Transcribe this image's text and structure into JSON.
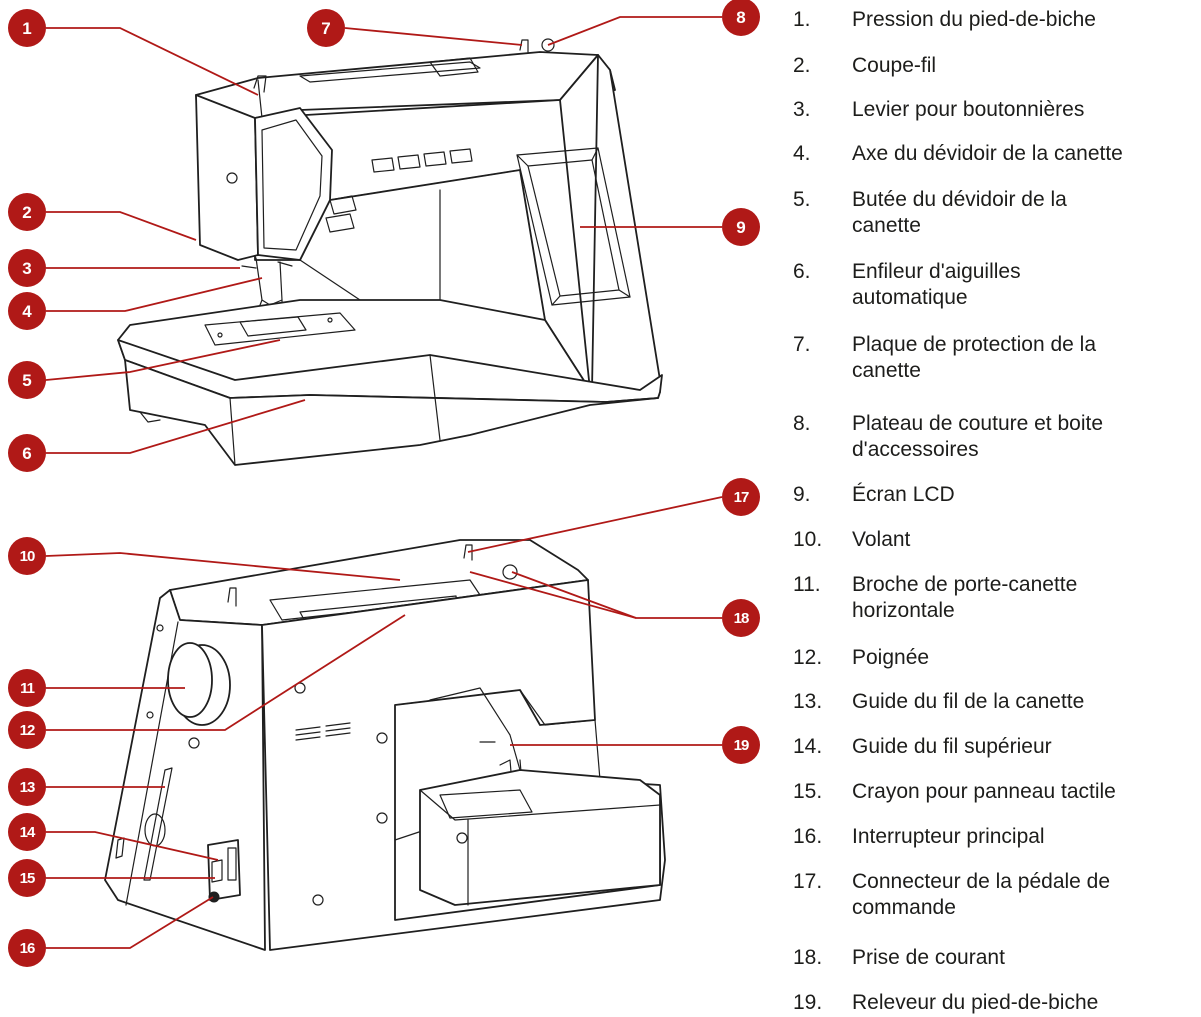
{
  "badge_color": "#b01917",
  "callouts": [
    "1",
    "2",
    "3",
    "4",
    "5",
    "6",
    "7",
    "8",
    "9",
    "10",
    "11",
    "12",
    "13",
    "14",
    "15",
    "16",
    "17",
    "18",
    "19"
  ],
  "legend": [
    {
      "num": "1.",
      "text": "Pression du pied-de-biche"
    },
    {
      "num": "2.",
      "text": "Coupe-fil"
    },
    {
      "num": "3.",
      "text": "Levier pour boutonnières"
    },
    {
      "num": "4.",
      "text": "Axe du dévidoir de la canette"
    },
    {
      "num": "5.",
      "text": "Butée du dévidoir de la canette"
    },
    {
      "num": "6.",
      "text": "Enfileur d'aiguilles automatique"
    },
    {
      "num": "7.",
      "text": "Plaque de protection de la canette"
    },
    {
      "num": "8.",
      "text": "Plateau de couture et boite d'accessoires"
    },
    {
      "num": "9.",
      "text": "Écran LCD"
    },
    {
      "num": "10.",
      "text": "Volant"
    },
    {
      "num": "11.",
      "text": "Broche de porte-canette horizontale"
    },
    {
      "num": "12.",
      "text": "Poignée"
    },
    {
      "num": "13.",
      "text": "Guide du fil de la canette"
    },
    {
      "num": "14.",
      "text": "Guide du fil supérieur"
    },
    {
      "num": "15.",
      "text": "Crayon pour panneau tactile"
    },
    {
      "num": "16.",
      "text": "Interrupteur principal"
    },
    {
      "num": "17.",
      "text": "Connecteur de la pédale de commande"
    },
    {
      "num": "18.",
      "text": "Prise de courant"
    },
    {
      "num": "19.",
      "text": "Releveur du pied-de-biche"
    }
  ]
}
